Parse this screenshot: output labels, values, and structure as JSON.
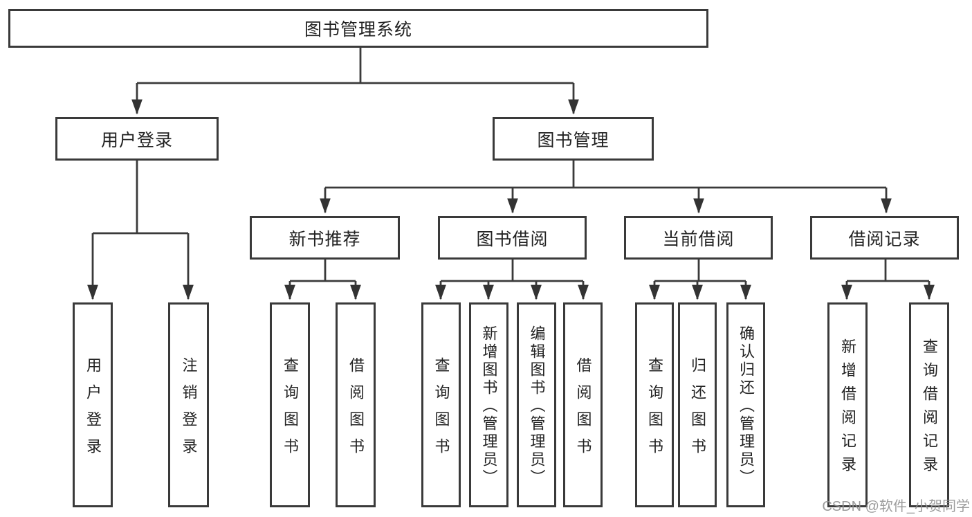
{
  "diagram_title": "图书管理系统",
  "tree": {
    "root": {
      "label": "图书管理系统"
    },
    "level2": [
      {
        "label": "用户登录"
      },
      {
        "label": "图书管理"
      }
    ],
    "level3": [
      {
        "label": "新书推荐",
        "parent": "图书管理"
      },
      {
        "label": "图书借阅",
        "parent": "图书管理"
      },
      {
        "label": "当前借阅",
        "parent": "图书管理"
      },
      {
        "label": "借阅记录",
        "parent": "图书管理"
      }
    ],
    "leaves": [
      {
        "label": "用户登录",
        "parent": "用户登录"
      },
      {
        "label": "注销登录",
        "parent": "用户登录"
      },
      {
        "label": "查询图书",
        "parent": "新书推荐"
      },
      {
        "label": "借阅图书",
        "parent": "新书推荐"
      },
      {
        "label": "查询图书",
        "parent": "图书借阅"
      },
      {
        "label": "新增图书（管理员）",
        "parent": "图书借阅"
      },
      {
        "label": "编辑图书（管理员）",
        "parent": "图书借阅"
      },
      {
        "label": "借阅图书",
        "parent": "图书借阅"
      },
      {
        "label": "查询图书",
        "parent": "当前借阅"
      },
      {
        "label": "归还图书",
        "parent": "当前借阅"
      },
      {
        "label": "确认归还（管理员）",
        "parent": "当前借阅"
      },
      {
        "label": "新增借阅记录",
        "parent": "借阅记录"
      },
      {
        "label": "查询借阅记录",
        "parent": "借阅记录"
      }
    ]
  },
  "watermark": "CSDN @软件_小贺同学",
  "colors": {
    "line": "#3a3a3a",
    "arrow": "#333333",
    "text": "#222222",
    "watermark": "#919191",
    "background": "#ffffff"
  }
}
